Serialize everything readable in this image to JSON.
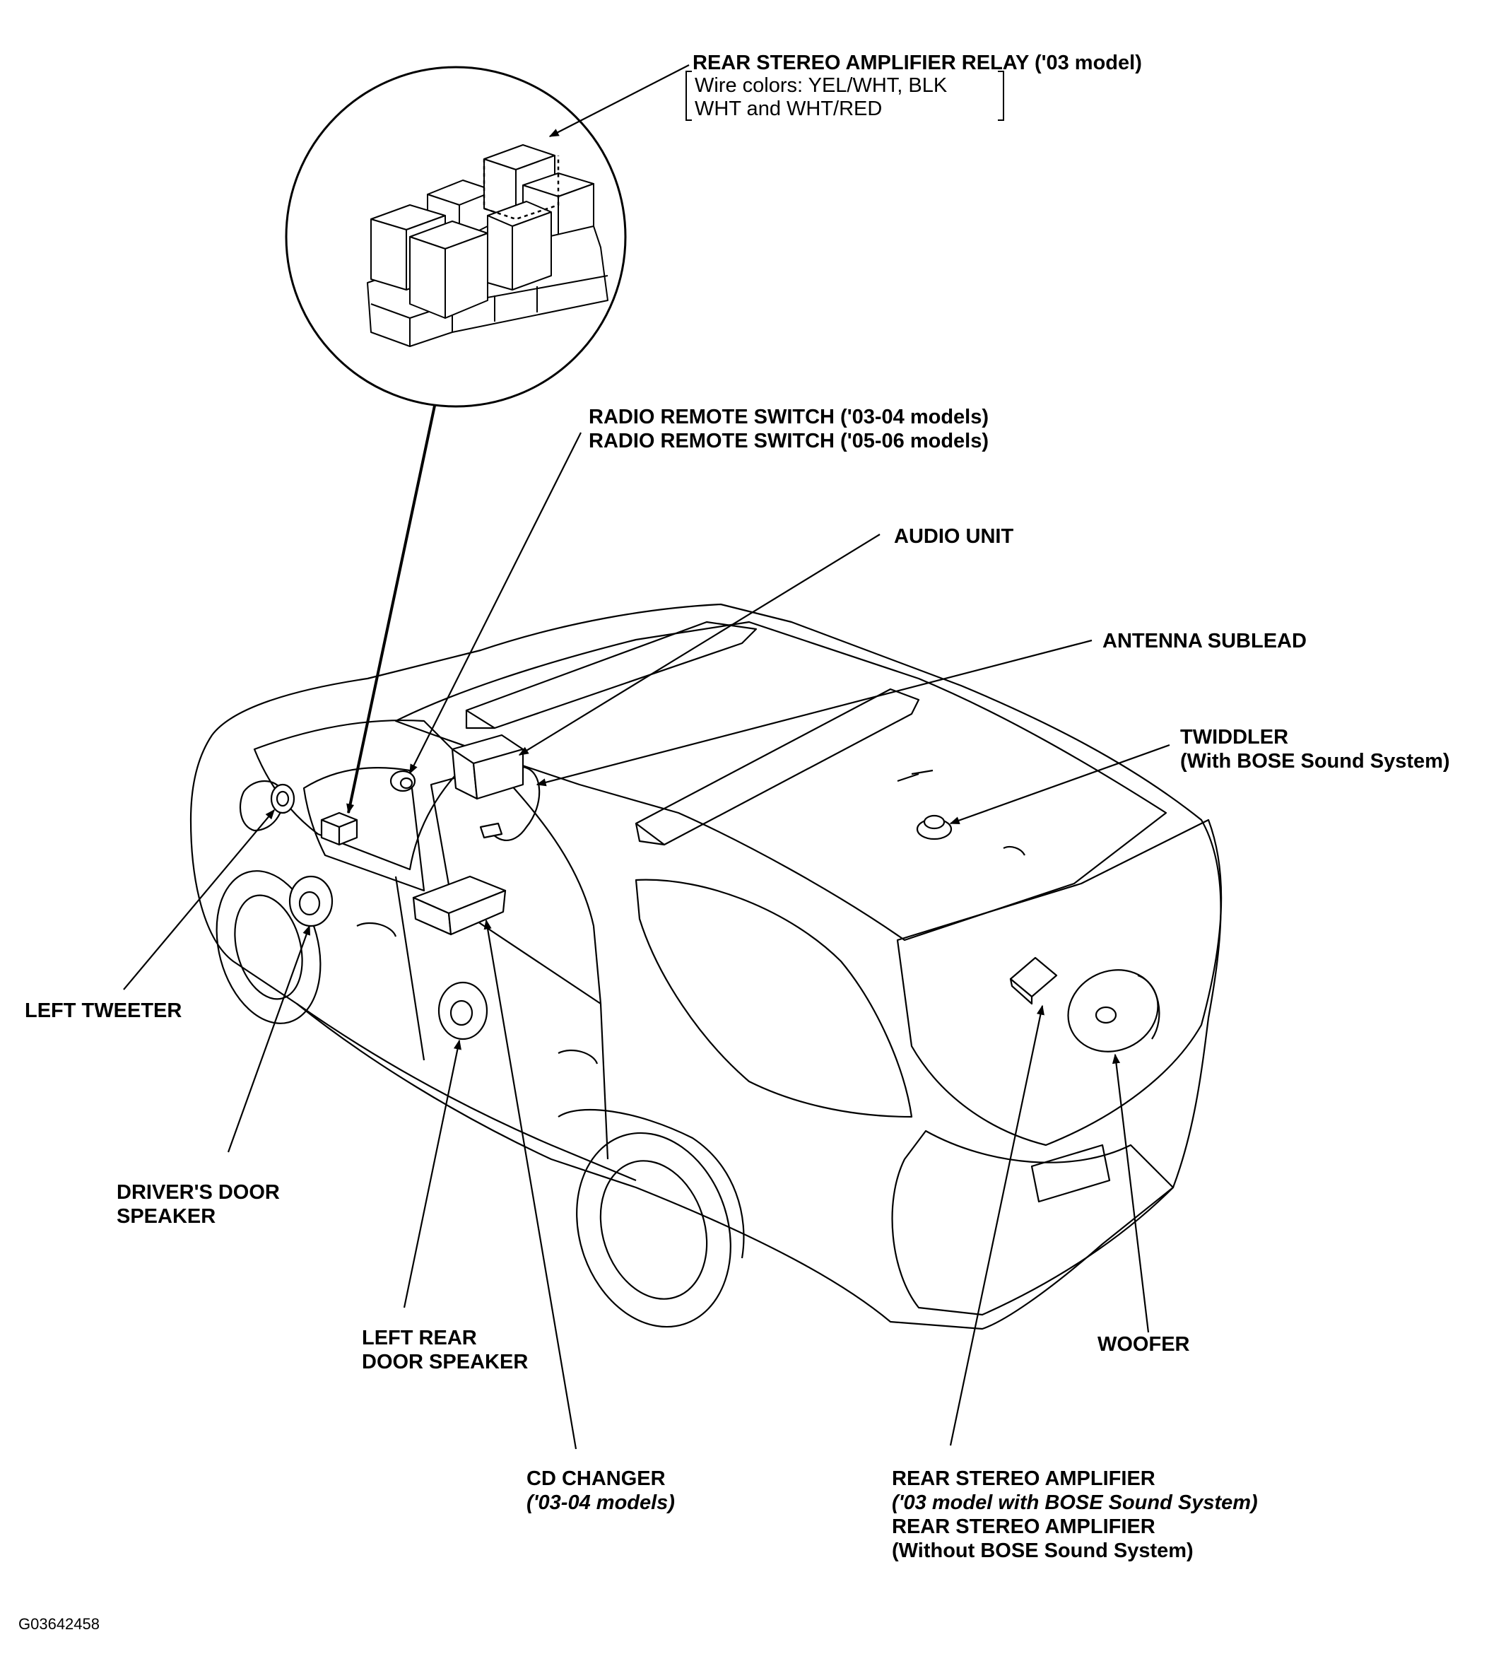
{
  "labels": {
    "rear_amp_relay": {
      "title": "REAR STEREO AMPLIFIER RELAY ('03 model)",
      "wire_line1": "Wire colors: YEL/WHT, BLK",
      "wire_line2": "WHT and WHT/RED"
    },
    "radio_remote_switch": {
      "line1": "RADIO REMOTE SWITCH ('03-04 models)",
      "line2": "RADIO REMOTE SWITCH ('05-06 models)"
    },
    "audio_unit": "AUDIO UNIT",
    "antenna_sublead": "ANTENNA SUBLEAD",
    "twiddler": {
      "line1": "TWIDDLER",
      "line2": "(With BOSE Sound System)"
    },
    "left_tweeter": "LEFT TWEETER",
    "drivers_door_speaker": {
      "line1": "DRIVER'S DOOR",
      "line2": "SPEAKER"
    },
    "left_rear_door_speaker": {
      "line1": "LEFT REAR",
      "line2": "DOOR SPEAKER"
    },
    "cd_changer": {
      "line1": "CD CHANGER",
      "line2": "('03-04 models)"
    },
    "rear_stereo_amplifier": {
      "line1": "REAR STEREO AMPLIFIER",
      "line2": "('03 model with BOSE Sound System)",
      "line3": "REAR STEREO AMPLIFIER",
      "line4": "(Without BOSE Sound System)"
    },
    "woofer": "WOOFER"
  },
  "figure_code": "G03642458"
}
